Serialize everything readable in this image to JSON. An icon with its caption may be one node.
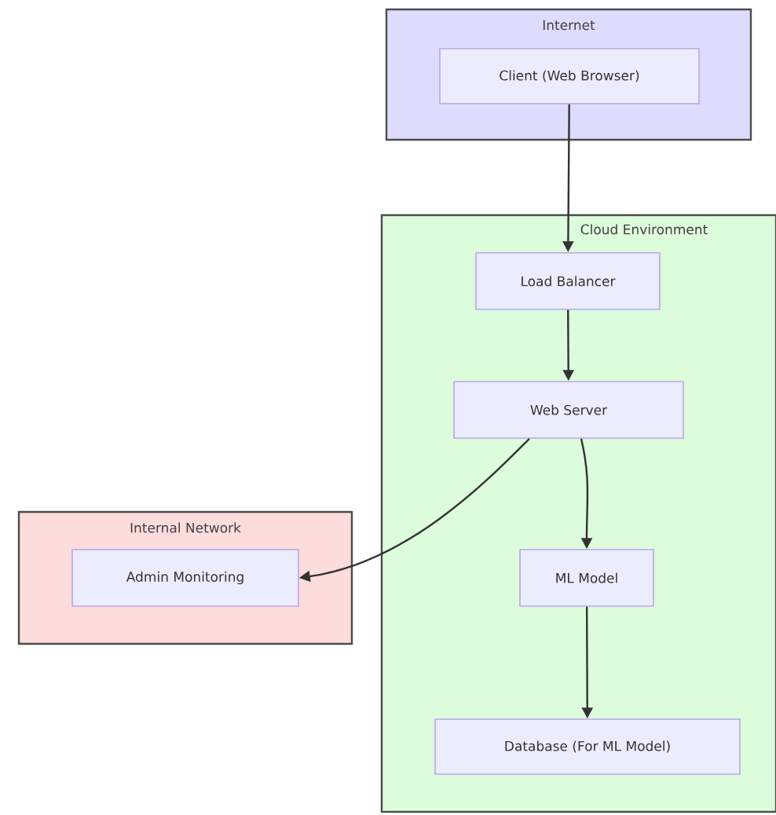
{
  "diagram": {
    "nodes": [
      {
        "text": [
          "Internet"
        ]
      },
      {
        "text": [
          "Client (Web Browser)"
        ],
        "in": 0
      },
      {
        "text": [
          "Cloud Environment"
        ]
      },
      {
        "text": [
          "Load Balancer"
        ],
        "in": 2
      },
      {
        "text": [
          "Web Server"
        ],
        "in": 2
      },
      {
        "text": [
          "Internal Network"
        ]
      },
      {
        "text": [
          "Admin Monitoring"
        ],
        "in": 5
      },
      {
        "text": [
          "ML Model"
        ],
        "in": 2
      },
      {
        "text": [
          "Database (For ML Model)"
        ],
        "in": 2
      }
    ],
    "edges": [
      {
        "from": 1,
        "to": 3,
        "arrow": "to"
      },
      {
        "from": 3,
        "to": 4,
        "arrow": "to"
      },
      {
        "from": 4,
        "to": 6,
        "arrow": "to"
      },
      {
        "from": 4,
        "to": 7,
        "arrow": "to"
      },
      {
        "from": 7,
        "to": 8,
        "arrow": "to"
      }
    ]
  }
}
